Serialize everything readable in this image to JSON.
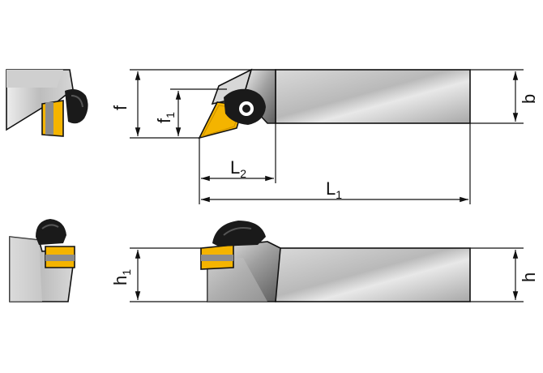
{
  "labels": {
    "f": "f",
    "f1_main": "f",
    "f1_sub": "1",
    "b": "b",
    "L2_main": "L",
    "L2_sub": "2",
    "L1_main": "L",
    "L1_sub": "1",
    "h1_main": "h",
    "h1_sub": "1",
    "h": "h"
  },
  "colors": {
    "insert": "#f4b400",
    "insert_dark": "#c98f00",
    "clamp": "#1a1a1a",
    "body_light": "#e6e6e6",
    "body_mid": "#c8c8c8",
    "body_dark": "#9a9a9a"
  },
  "icons": [
    "clamp-screw-icon",
    "insert-icon"
  ]
}
